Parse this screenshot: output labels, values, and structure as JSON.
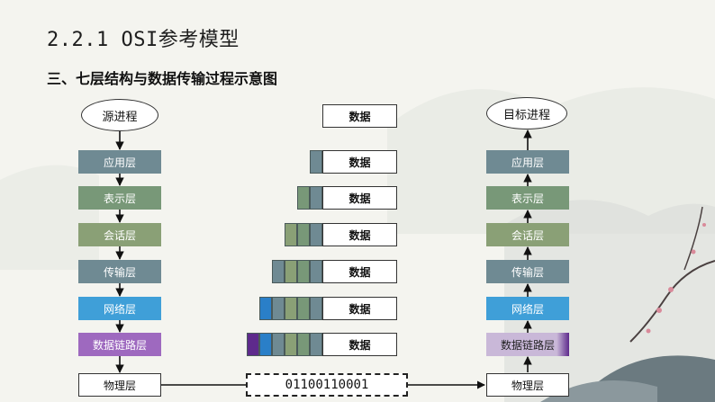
{
  "title": "2.2.1 OSI参考模型",
  "subtitle": "三、七层结构与数据传输过程示意图",
  "source_label": "源进程",
  "target_label": "目标进程",
  "data_label": "数据",
  "bits": "01100110001",
  "layers": [
    {
      "label": "应用层",
      "color": "#6f8a93"
    },
    {
      "label": "表示层",
      "color": "#789878"
    },
    {
      "label": "会话层",
      "color": "#8aa076"
    },
    {
      "label": "传输层",
      "color": "#6f8a93"
    },
    {
      "label": "网络层",
      "color": "#3f9fd8"
    },
    {
      "label": "数据链路层",
      "color": "#9e69bf"
    }
  ],
  "physical_label": "物理层",
  "header_colors": [
    "#6f8a93",
    "#789878",
    "#8aa076",
    "#6f8a93",
    "#2a7fc8",
    "#5e2a8c"
  ]
}
